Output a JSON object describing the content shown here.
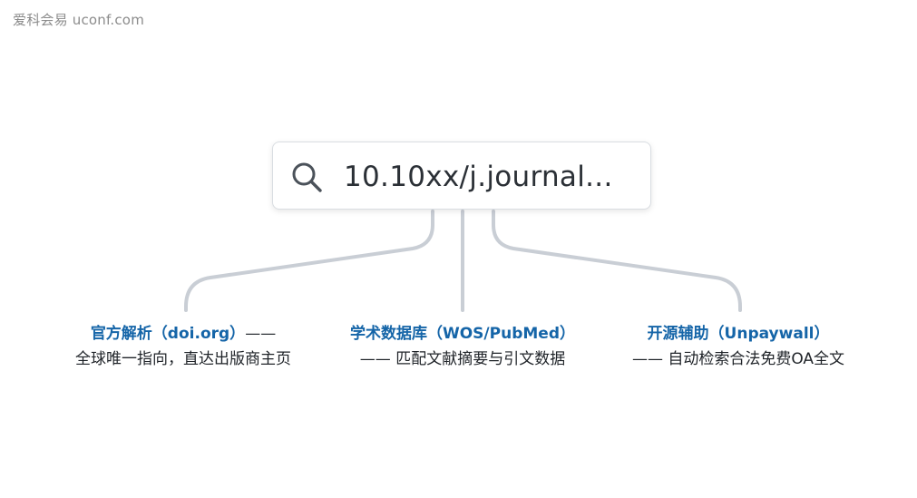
{
  "watermark": "爱科会易 uconf.com",
  "search": {
    "query": "10.10xx/j.journal...",
    "icon": "search-icon"
  },
  "branches": [
    {
      "title": "官方解析（doi.org）",
      "title_suffix": "——",
      "description": "全球唯一指向，直达出版商主页"
    },
    {
      "title": "学术数据库（WOS/PubMed）",
      "title_suffix": "",
      "description": "—— 匹配文献摘要与引文数据"
    },
    {
      "title": "开源辅助（Unpaywall）",
      "title_suffix": "",
      "description": "—— 自动检索合法免费OA全文"
    }
  ],
  "colors": {
    "title_blue": "#1565a8",
    "connector_gray": "#c9ced5",
    "text_dark": "#1f2328"
  }
}
